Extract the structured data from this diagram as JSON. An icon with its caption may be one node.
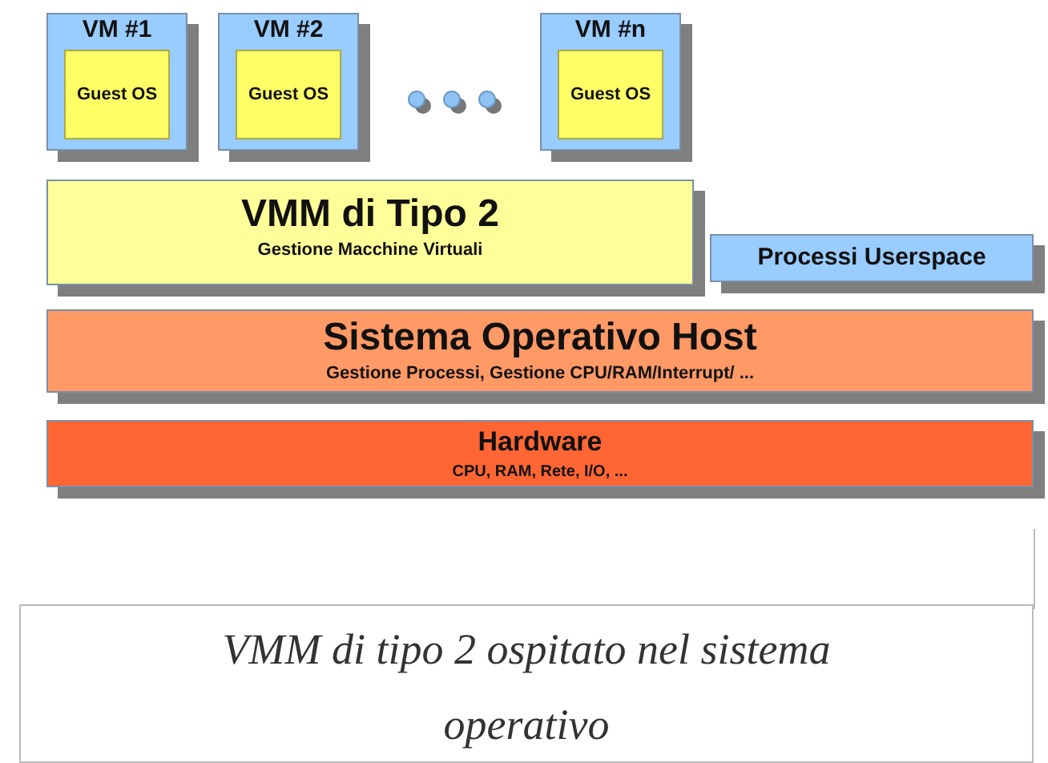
{
  "diagram": {
    "caption": "VMM di tipo 2 ospitato nel sistema operativo",
    "nodes": [
      {
        "text": [
          "VM #1"
        ]
      },
      {
        "text": [
          "Guest OS"
        ],
        "in": 0
      },
      {
        "text": [
          "VM #2"
        ]
      },
      {
        "text": [
          "Guest OS"
        ],
        "in": 2
      },
      {
        "text": [
          "VM #n"
        ]
      },
      {
        "text": [
          "Guest OS"
        ],
        "in": 4
      },
      {
        "text": [
          "VMM di Tipo 2",
          "Gestione Macchine Virtuali"
        ]
      },
      {
        "text": [
          "Processi Userspace"
        ]
      },
      {
        "text": [
          "Sistema Operativo Host",
          "Gestione Processi, Gestione CPU/RAM/Interrupt/ ..."
        ]
      },
      {
        "text": [
          "Hardware",
          "CPU, RAM, Rete, I/O, ..."
        ]
      }
    ]
  }
}
